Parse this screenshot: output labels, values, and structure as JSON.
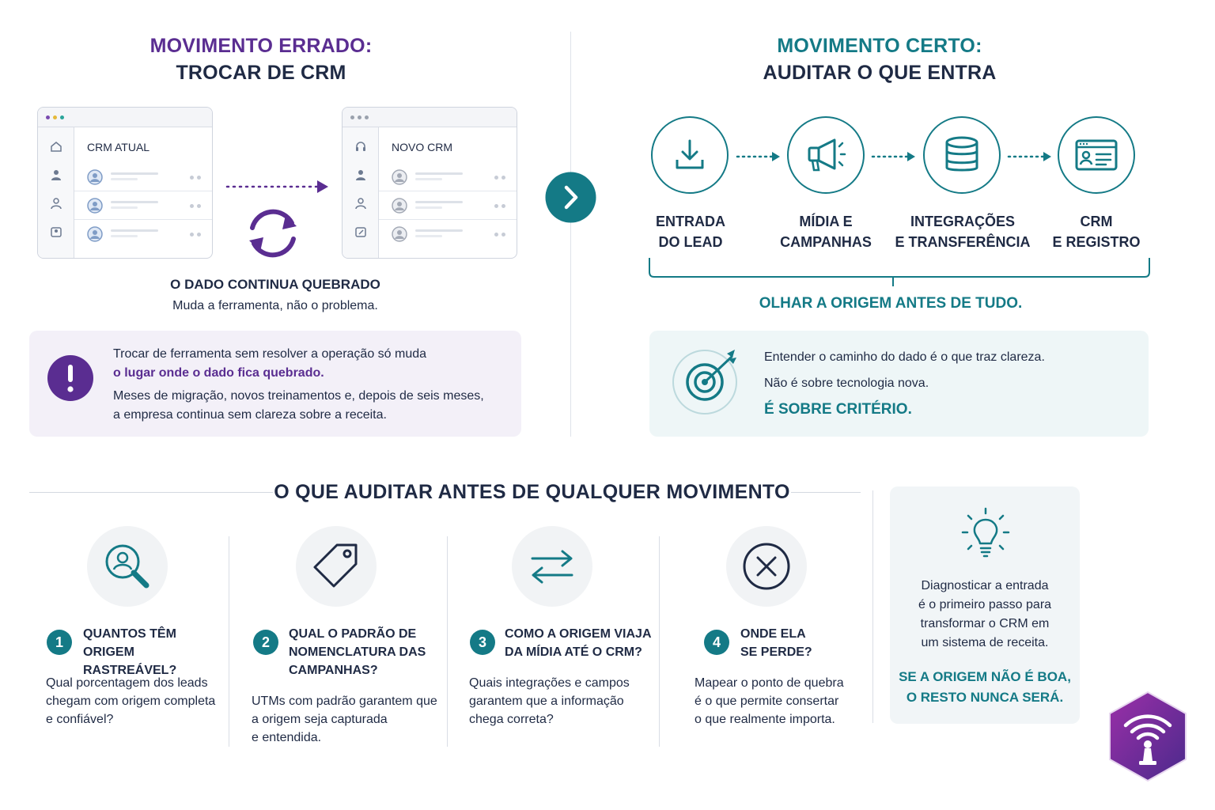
{
  "left": {
    "title_line1": "MOVIMENTO ERRADO:",
    "title_line2": "TROCAR DE CRM",
    "window_current": "CRM ATUAL",
    "window_new": "NOVO CRM",
    "subhead": "O DADO CONTINUA QUEBRADO",
    "subtext": "Muda a ferramenta, não o problema.",
    "panel": {
      "line1": "Trocar de ferramenta sem resolver a operação só muda",
      "line2_highlight": "o lugar onde o dado fica quebrado.",
      "line3": "Meses de migração, novos treinamentos e, depois de seis meses,",
      "line4": "a empresa continua sem clareza sobre a receita."
    }
  },
  "right": {
    "title_line1": "MOVIMENTO CERTO:",
    "title_line2": "AUDITAR O QUE ENTRA",
    "steps": [
      {
        "line1": "ENTRADA",
        "line2": "DO LEAD",
        "icon": "download-icon"
      },
      {
        "line1": "MÍDIA E",
        "line2": "CAMPANHAS",
        "icon": "megaphone-icon"
      },
      {
        "line1": "INTEGRAÇÕES",
        "line2": "E TRANSFERÊNCIA",
        "icon": "database-icon"
      },
      {
        "line1": "CRM",
        "line2": "E REGISTRO",
        "icon": "crm-card-icon"
      }
    ],
    "bracket_caption": "OLHAR A ORIGEM ANTES DE TUDO.",
    "panel": {
      "line1": "Entender o caminho do dado é o que traz clareza.",
      "line2": "Não é sobre tecnologia nova.",
      "line3": "É SOBRE CRITÉRIO."
    }
  },
  "bottom": {
    "section_title": "O QUE AUDITAR ANTES DE QUALQUER MOVIMENTO",
    "items": [
      {
        "num": "1",
        "title1": "QUANTOS TÊM",
        "title2": "ORIGEM RASTREÁVEL?",
        "title3": "",
        "body1": "Qual porcentagem dos leads",
        "body2": "chegam com origem completa",
        "body3": "e confiável?"
      },
      {
        "num": "2",
        "title1": "QUAL O PADRÃO DE",
        "title2": "NOMENCLATURA DAS",
        "title3": "CAMPANHAS?",
        "body1": "UTMs com padrão garantem que",
        "body2": "a origem seja capturada",
        "body3": "e entendida."
      },
      {
        "num": "3",
        "title1": "COMO A ORIGEM VIAJA",
        "title2": "DA MÍDIA ATÉ O CRM?",
        "title3": "",
        "body1": "Quais integrações e campos",
        "body2": "garantem que a informação",
        "body3": "chega correta?"
      },
      {
        "num": "4",
        "title1": "ONDE ELA",
        "title2": "SE PERDE?",
        "title3": "",
        "body1": "Mapear o ponto de quebra",
        "body2": "é o que permite consertar",
        "body3": "o que realmente importa."
      }
    ],
    "card": {
      "line1": "Diagnosticar a entrada",
      "line2": "é o primeiro passo para",
      "line3": "transformar o CRM em",
      "line4": "um sistema de receita.",
      "highlight1": "SE A ORIGEM NÃO É BOA,",
      "highlight2": "O RESTO NUNCA SERÁ."
    }
  },
  "colors": {
    "purple": "#5a2d91",
    "teal": "#147a86",
    "navy": "#1f2a44"
  }
}
